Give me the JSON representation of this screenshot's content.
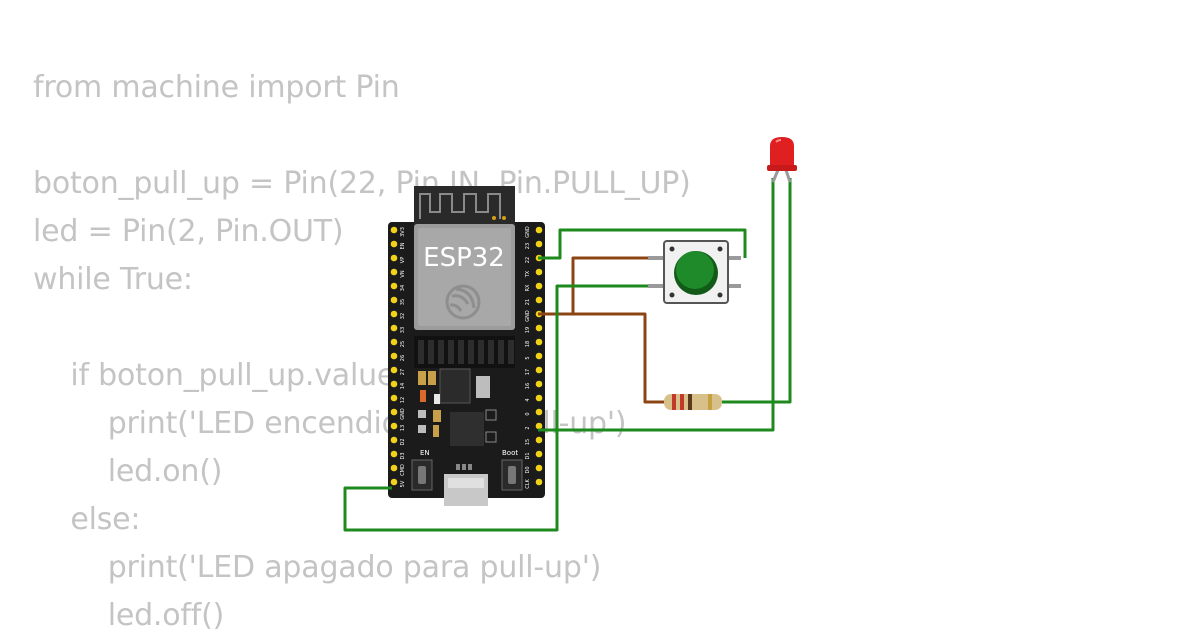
{
  "code_lines": [
    "from machine import Pin",
    "",
    "boton_pull_up = Pin(22, Pin.IN, Pin.PULL_UP)",
    "led = Pin(2, Pin.OUT)",
    "while True:",
    "",
    "    if boton_pull_up.value() == 0:",
    "        print('LED encendido para pull-up')",
    "        led.on()",
    "    else:",
    "        print('LED apagado para pull-up')",
    "        led.off()"
  ],
  "board": {
    "name": "ESP32",
    "button_en": "EN",
    "button_boot": "Boot",
    "left_pins": [
      "3V3",
      "EN",
      "VP",
      "VN",
      "34",
      "35",
      "32",
      "33",
      "25",
      "26",
      "27",
      "14",
      "12",
      "GND",
      "13",
      "D2",
      "D3",
      "CMD",
      "5V"
    ],
    "right_pins": [
      "GND",
      "23",
      "22",
      "TX",
      "RX",
      "21",
      "GND",
      "19",
      "18",
      "5",
      "17",
      "16",
      "4",
      "0",
      "2",
      "15",
      "D1",
      "D0",
      "CLK"
    ]
  },
  "colors": {
    "wire_green": "#1e8a1e",
    "wire_brown": "#8b4513",
    "board": "#1a1a1a",
    "pin": "#f2d11a",
    "button_cap": "#1f8a2a",
    "led": "#e02020",
    "code_text": "#c4c4c4"
  }
}
